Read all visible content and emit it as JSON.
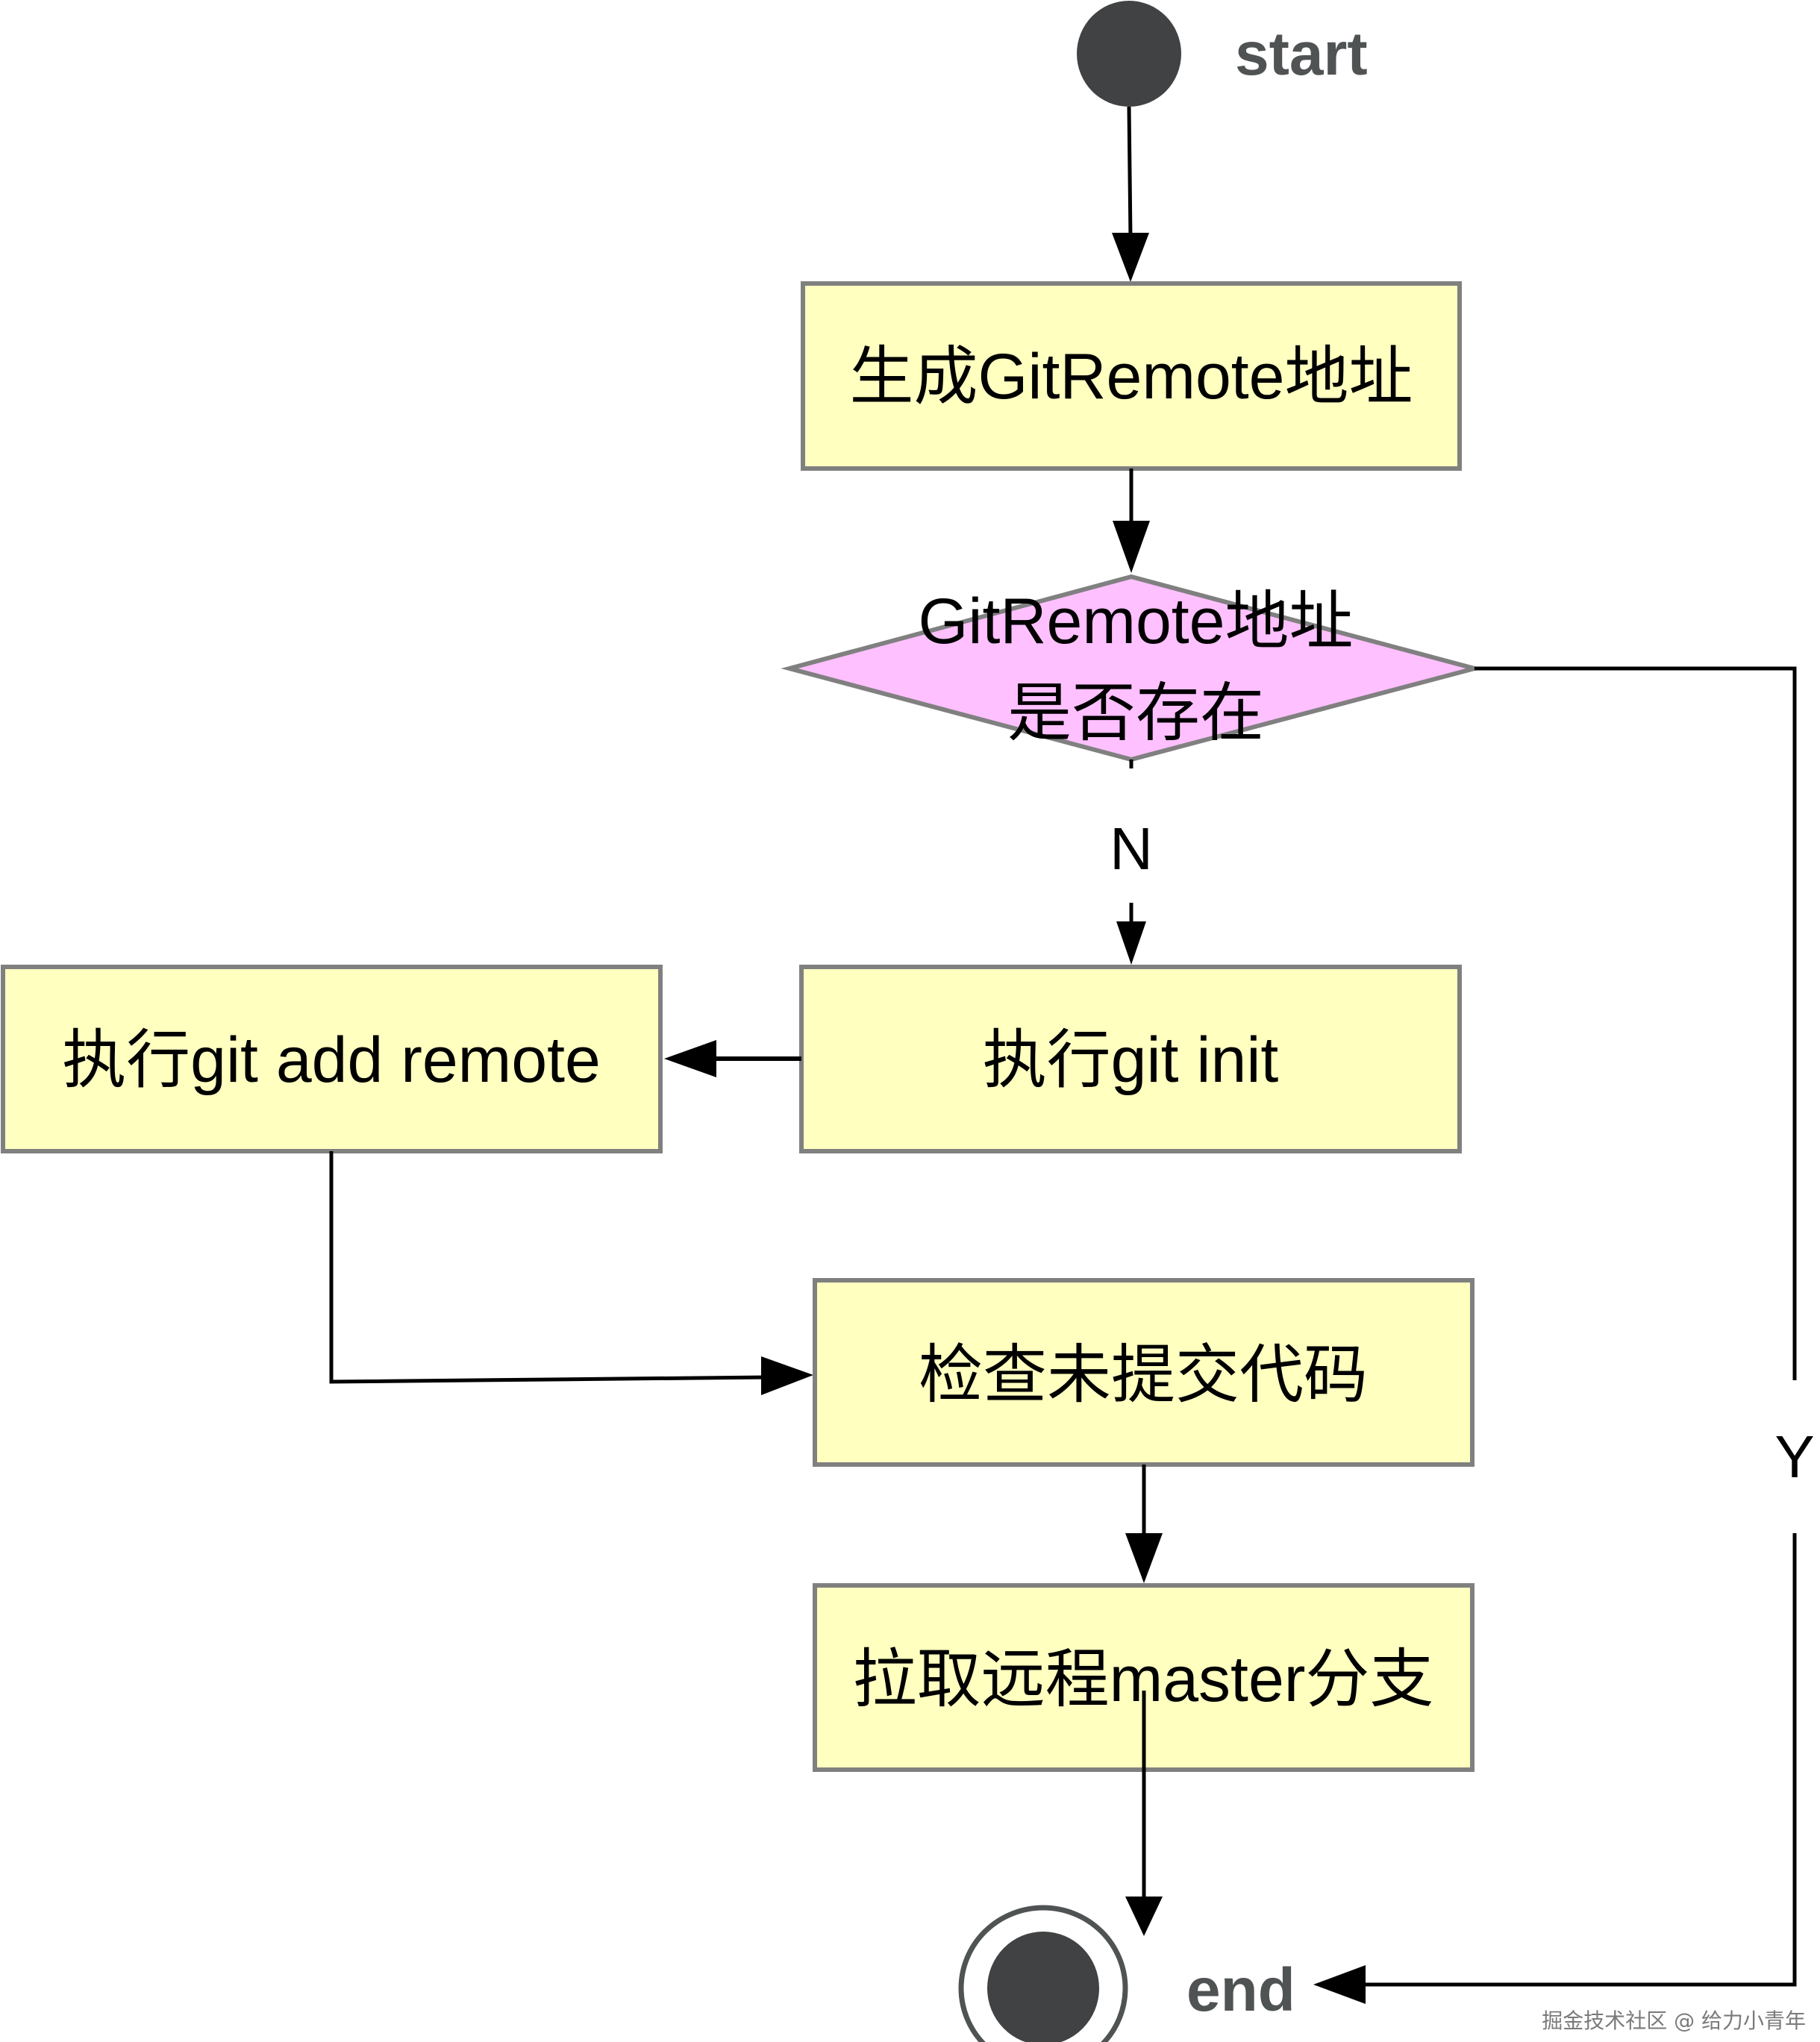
{
  "diagram": {
    "type": "flowchart",
    "colors": {
      "process_fill": "#FFFFC0",
      "process_stroke": "#808080",
      "decision_fill": "#FFC0FF",
      "terminal_fill": "#404243",
      "terminal_label": "#505354",
      "edge": "#000000"
    },
    "start": {
      "label": "start"
    },
    "end": {
      "label": "end"
    },
    "nodes": [
      {
        "id": "gen",
        "type": "process",
        "label": "生成GitRemote地址"
      },
      {
        "id": "check_exists",
        "type": "decision",
        "label_line1": "GitRemote地址",
        "label_line2": "是否存在"
      },
      {
        "id": "git_init",
        "type": "process",
        "label": "执行git init"
      },
      {
        "id": "git_add_remote",
        "type": "process",
        "label": "执行git add remote"
      },
      {
        "id": "check_uncommitted",
        "type": "process",
        "label": "检查未提交代码"
      },
      {
        "id": "pull_master",
        "type": "process",
        "label": "拉取远程master分支"
      }
    ],
    "edges": [
      {
        "from": "start",
        "to": "gen",
        "label": ""
      },
      {
        "from": "gen",
        "to": "check_exists",
        "label": ""
      },
      {
        "from": "check_exists",
        "to": "git_init",
        "label": "N"
      },
      {
        "from": "git_init",
        "to": "git_add_remote",
        "label": ""
      },
      {
        "from": "git_add_remote",
        "to": "check_uncommitted",
        "label": ""
      },
      {
        "from": "check_uncommitted",
        "to": "pull_master",
        "label": ""
      },
      {
        "from": "pull_master",
        "to": "end",
        "label": ""
      },
      {
        "from": "check_exists",
        "to": "end",
        "label": "Y"
      }
    ],
    "edge_labels": {
      "no": "N",
      "yes": "Y"
    }
  },
  "watermark": "掘金技术社区 @ 给力小青年"
}
